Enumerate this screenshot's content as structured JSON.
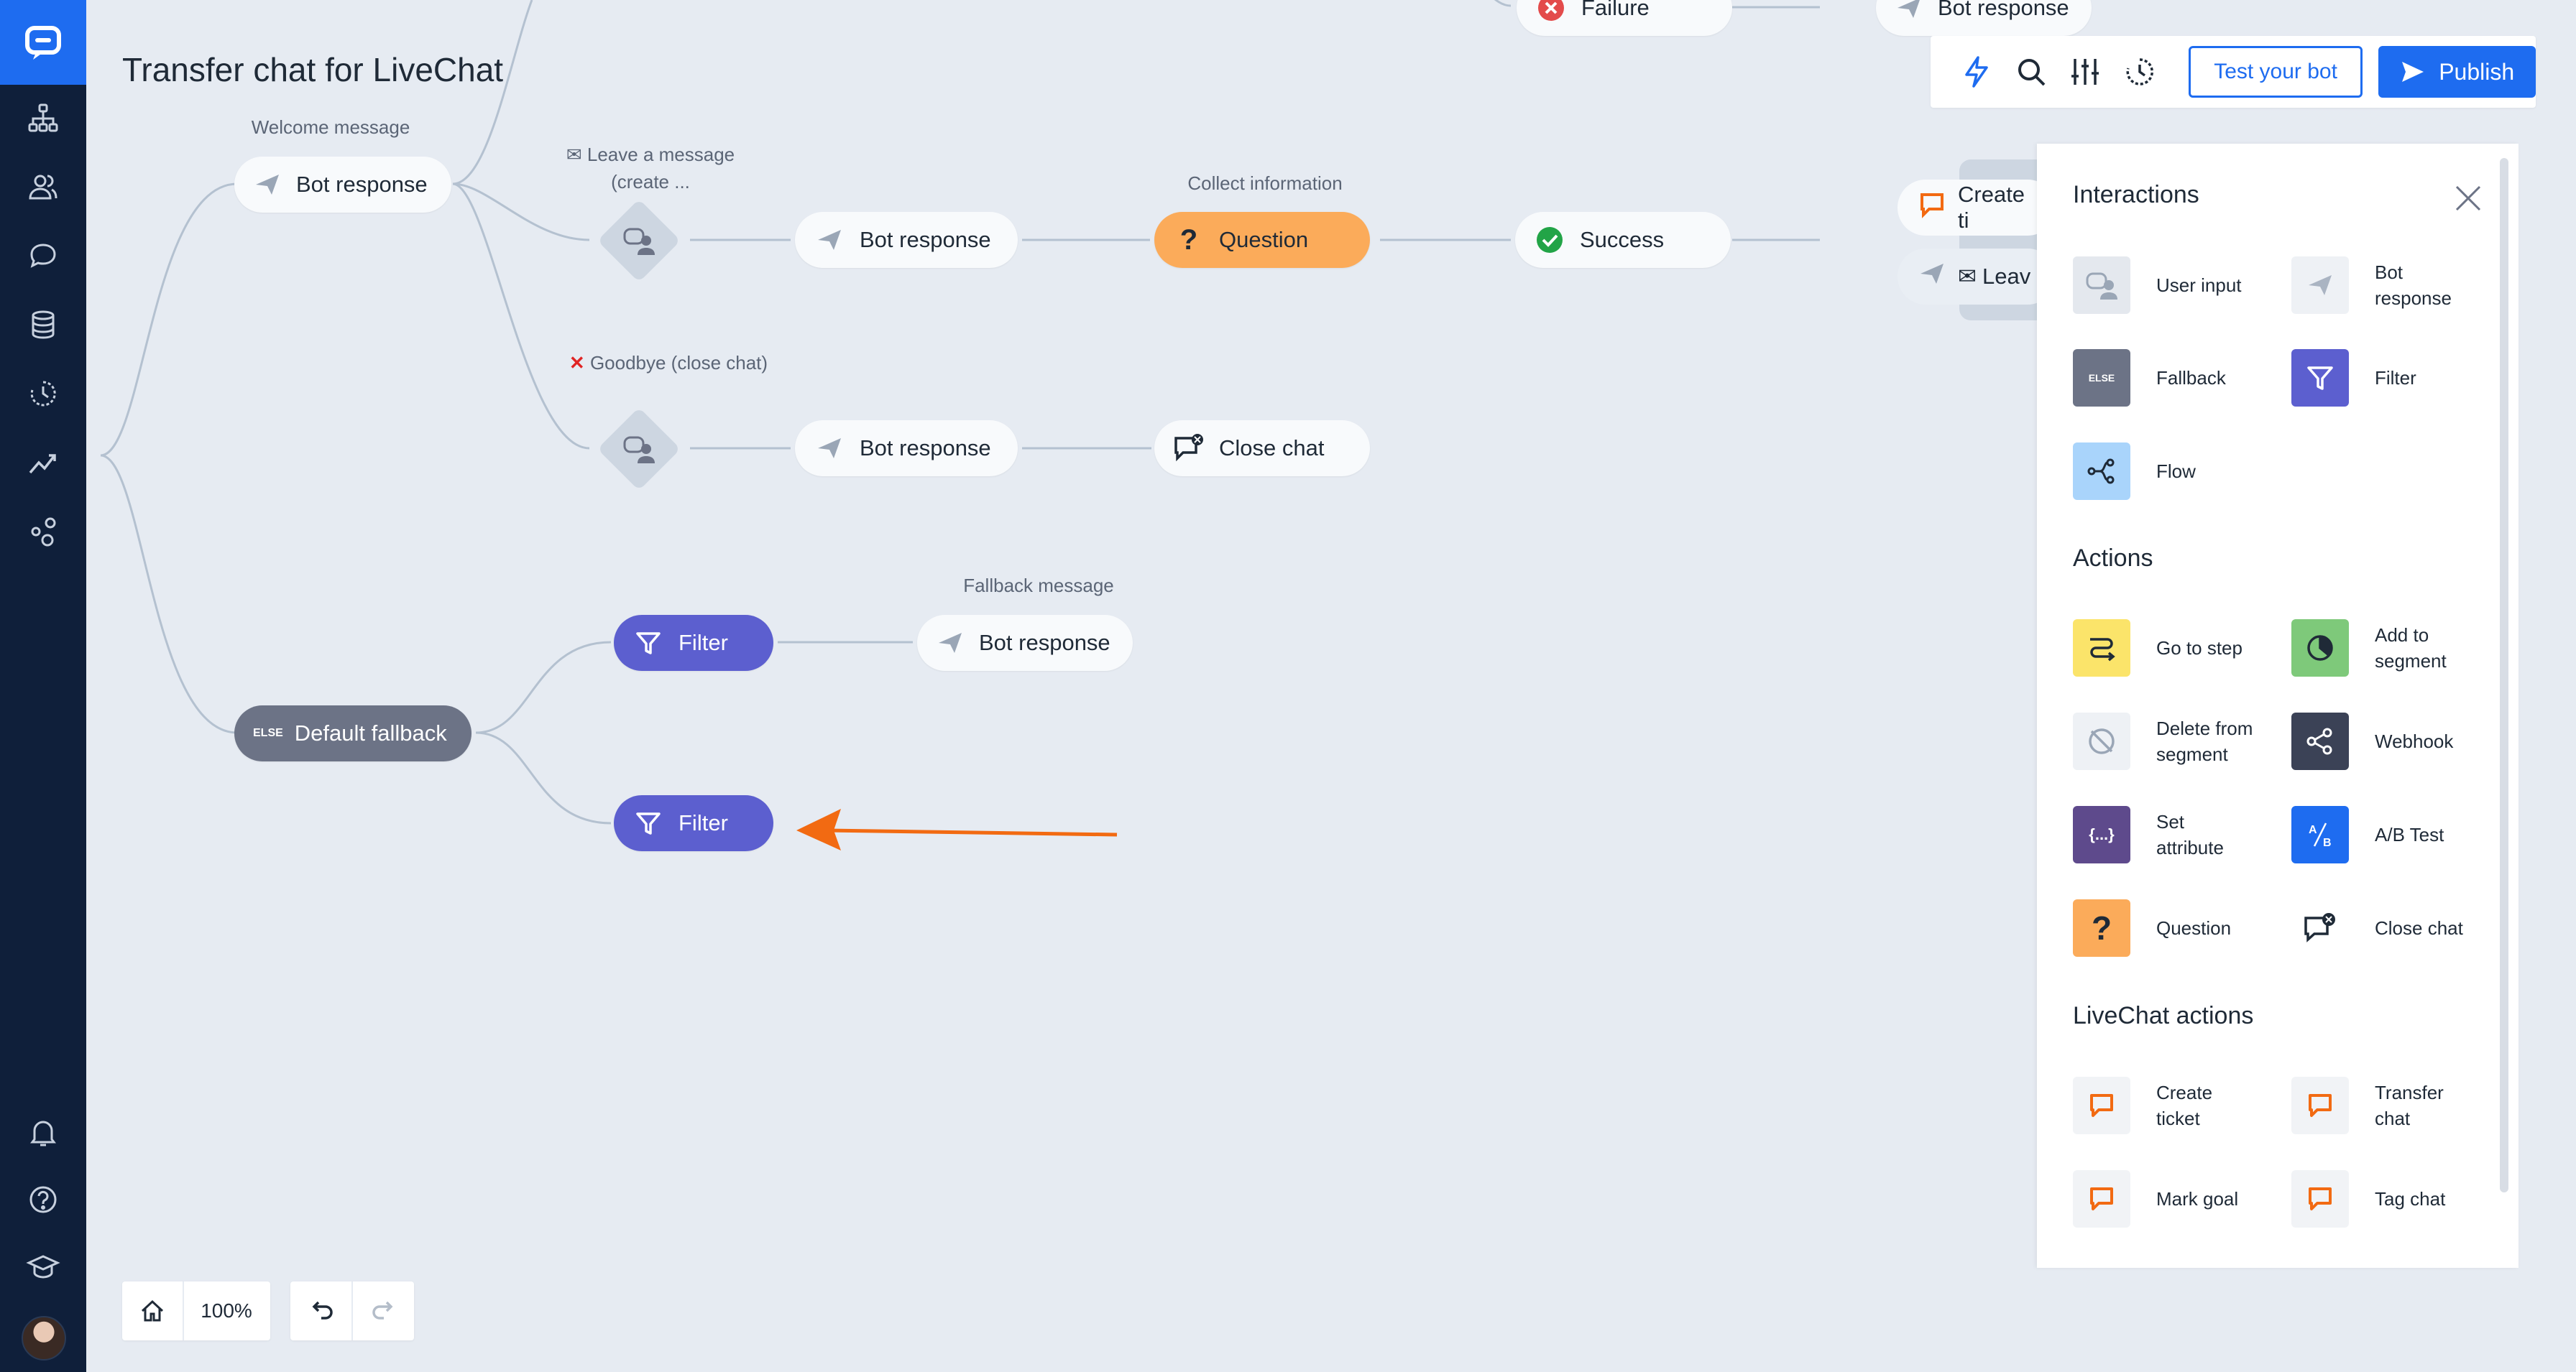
{
  "sidebar": {
    "items": [
      {
        "icon": "bot-flow-icon"
      },
      {
        "icon": "audience-icon"
      },
      {
        "icon": "chats-icon"
      },
      {
        "icon": "database-icon"
      },
      {
        "icon": "history-icon"
      },
      {
        "icon": "reports-icon"
      },
      {
        "icon": "integrations-icon"
      }
    ],
    "bottom": [
      {
        "icon": "bell-icon"
      },
      {
        "icon": "help-icon"
      },
      {
        "icon": "academy-icon"
      }
    ]
  },
  "flow": {
    "title": "Transfer chat for LiveChat",
    "labels": {
      "welcome": "Welcome message",
      "leave_message": "Leave a message (create ...",
      "collect_info": "Collect information",
      "goodbye": "Goodbye (close chat)",
      "fallback_message": "Fallback message"
    },
    "nodes": {
      "bot_response": "Bot response",
      "question": "Question",
      "success": "Success",
      "failure": "Failure",
      "close_chat": "Close chat",
      "filter": "Filter",
      "default_fallback": "Default fallback",
      "else_badge": "ELSE",
      "create_ticket_partial": "Create ti",
      "leave_partial": "Leav"
    }
  },
  "toolbar": {
    "test_bot": "Test your bot",
    "publish": "Publish"
  },
  "panel": {
    "interactions_title": "Interactions",
    "interactions": [
      {
        "label": "User input"
      },
      {
        "label": "Bot response"
      },
      {
        "label": "Fallback",
        "badge": "ELSE"
      },
      {
        "label": "Filter"
      },
      {
        "label": "Flow"
      }
    ],
    "actions_title": "Actions",
    "actions": [
      {
        "label": "Go to step"
      },
      {
        "label": "Add to segment"
      },
      {
        "label": "Delete from segment"
      },
      {
        "label": "Webhook"
      },
      {
        "label": "Set attribute",
        "badge": "{...}"
      },
      {
        "label": "A/B Test"
      },
      {
        "label": "Question",
        "badge": "?"
      },
      {
        "label": "Close chat"
      }
    ],
    "livechat_title": "LiveChat actions",
    "livechat": [
      {
        "label": "Create ticket"
      },
      {
        "label": "Transfer chat"
      },
      {
        "label": "Mark goal"
      },
      {
        "label": "Tag chat"
      }
    ]
  },
  "zoom": {
    "level": "100%"
  },
  "colors": {
    "brand_blue": "#1e6cf0",
    "sidebar": "#0f1f3a",
    "filter_purple": "#5c5fcf",
    "question_orange": "#fbab5a",
    "annotation_arrow": "#f26a12",
    "success_green": "#22a447",
    "failure_red": "#e34b4b"
  }
}
